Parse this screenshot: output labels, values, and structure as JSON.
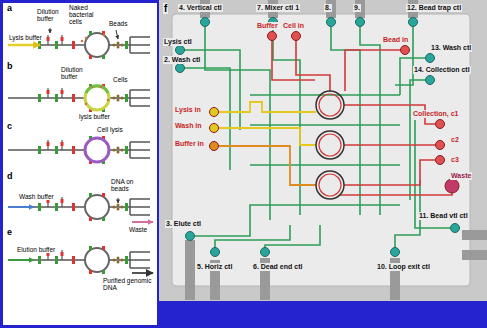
{
  "diagram": {
    "labels": [
      "a",
      "Lysis buffer",
      "Dilution buffer",
      "Naked bacterial cells",
      "Beads",
      "b",
      "Dilution buffer",
      "Cells",
      "lysis buffer",
      "c",
      "Cell lysis",
      "d",
      "Wash buffer",
      "DNA on beads",
      "Waste",
      "e",
      "Elution buffer",
      "Purified genomic DNA",
      "f",
      "4. Vertical ctl",
      "7. Mixer ctl 1",
      "8.",
      "9.",
      "12. Bead trap ctl",
      "Buffer",
      "Cell in",
      "Bead in",
      "Lysis ctl",
      "2. Wash ctl",
      "13. Wash ctl",
      "14. Collection ctl",
      "Lysis in",
      "Wash in",
      "Buffer in",
      "Collection, c1",
      "c2",
      "c3",
      "Waste",
      "11. Bead vtl ctl",
      "3. Elute ctl",
      "5. Horiz ctl",
      "6. Dead end ctl",
      "10. Loop exit ctl"
    ]
  }
}
